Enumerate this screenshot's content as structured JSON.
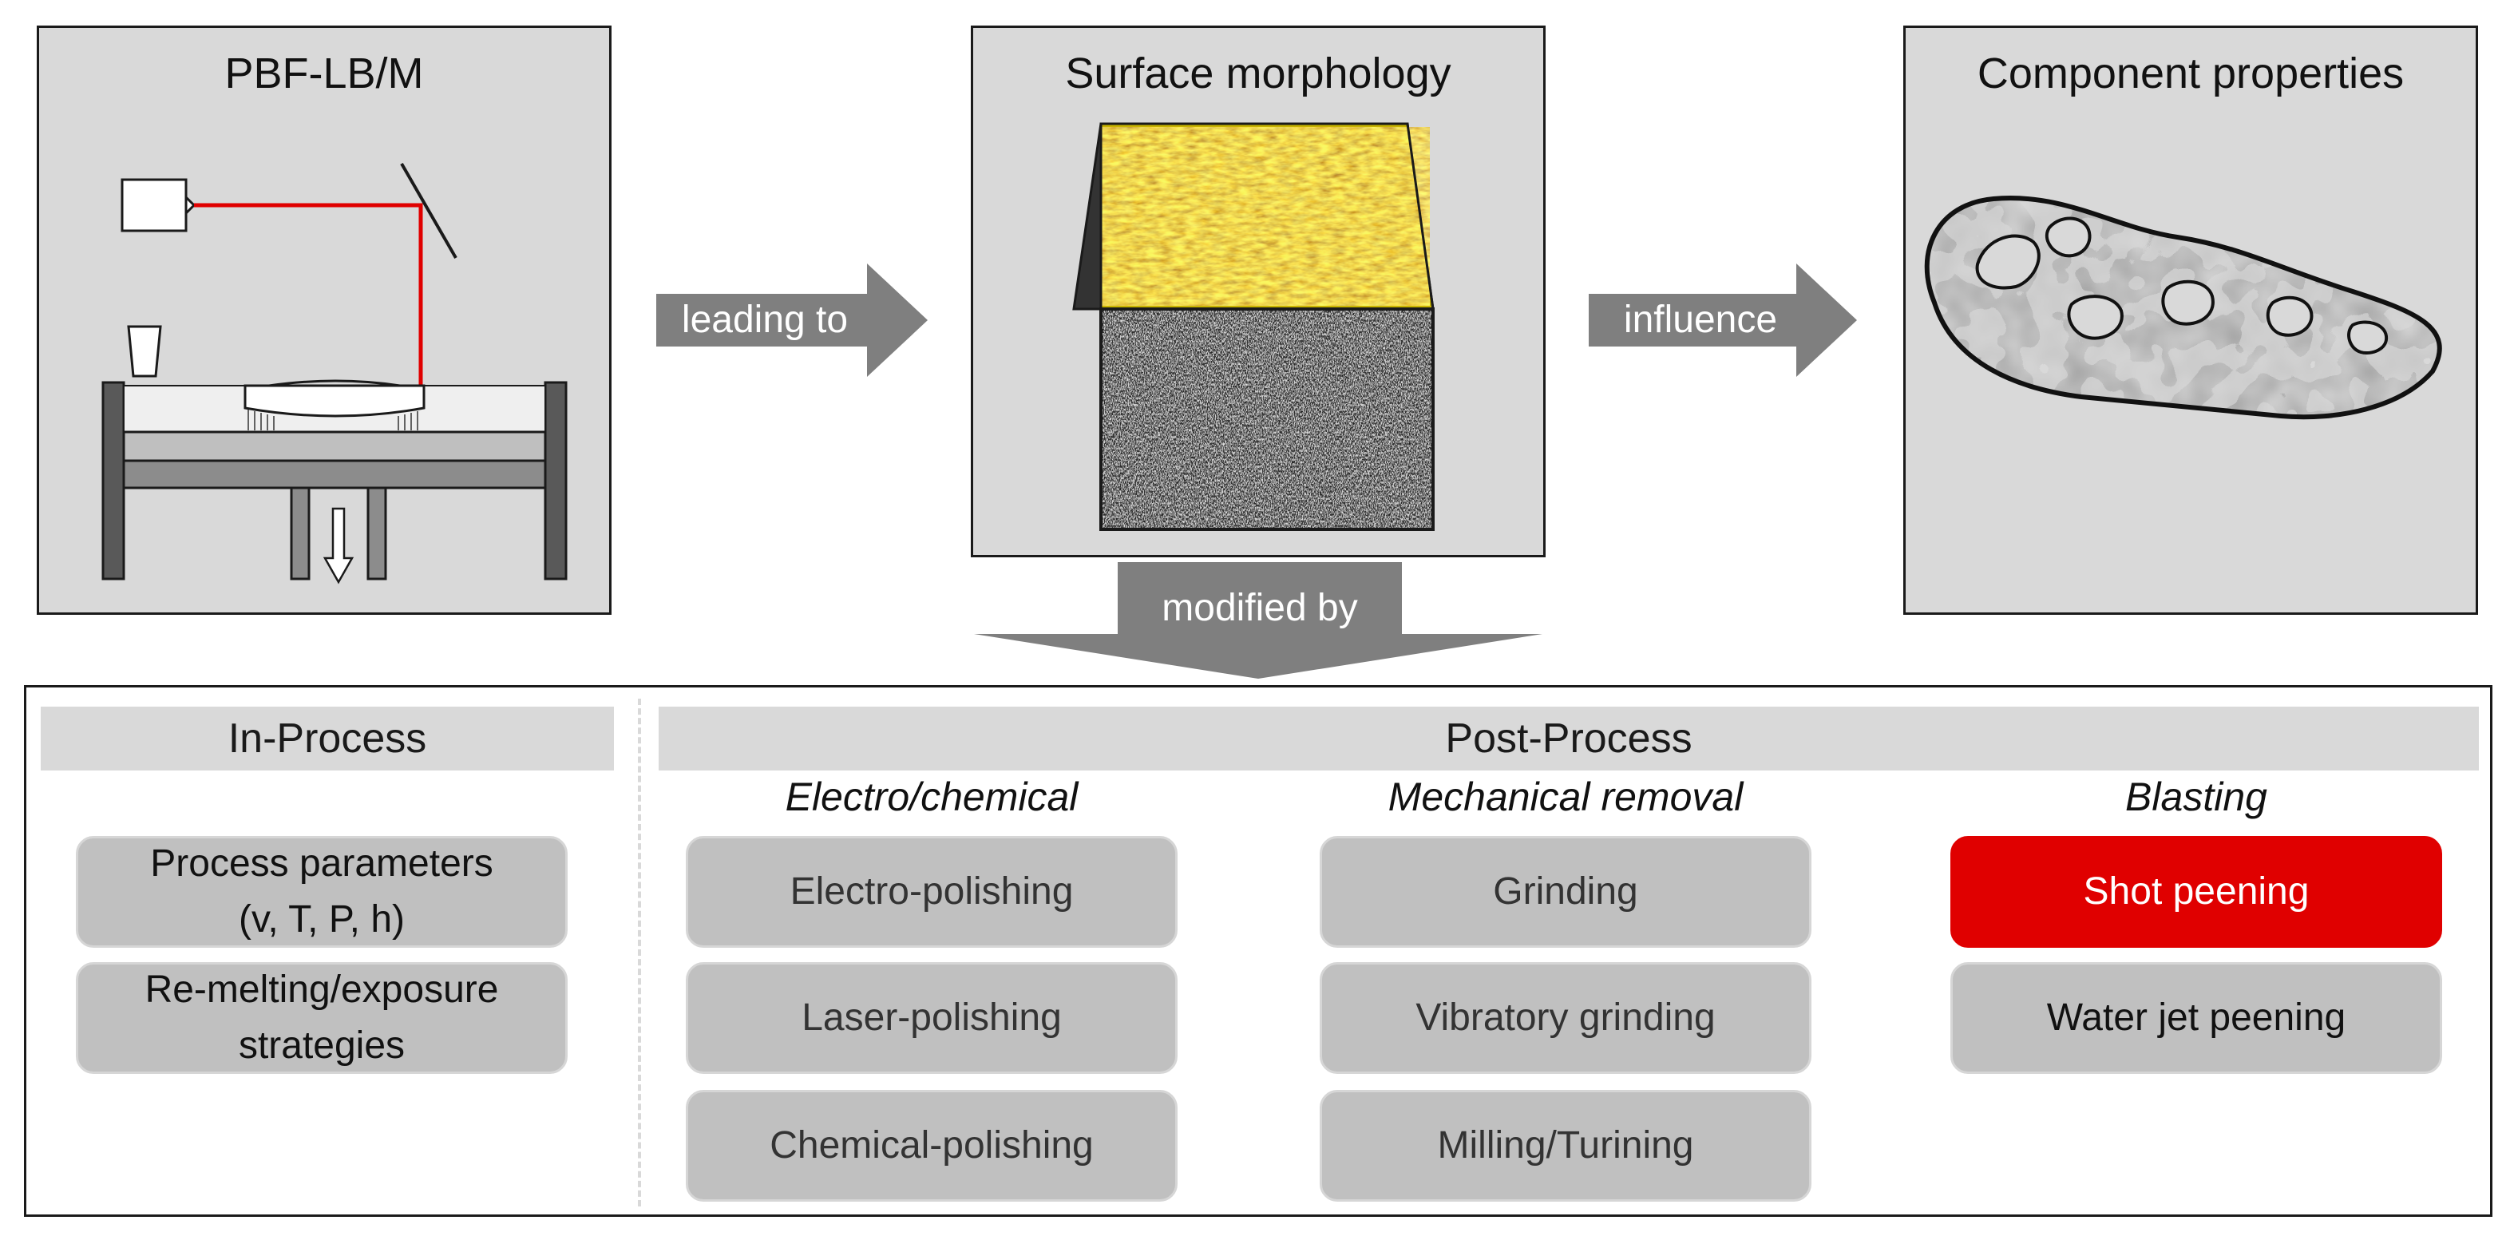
{
  "panels": {
    "process": {
      "title": "PBF-LB/M"
    },
    "surface": {
      "title": "Surface morphology"
    },
    "properties": {
      "title": "Component properties"
    }
  },
  "arrows": {
    "leading_to": "leading to",
    "influence": "influence",
    "modified_by": "modified by"
  },
  "colors": {
    "panel_gray": "#d9d9d9",
    "arrow_gray": "#7f7f7f",
    "method_gray": "#c0c0c0",
    "highlight_red": "#e00000",
    "laser_red": "#e00000"
  },
  "in_process": {
    "header": "In-Process",
    "methods": [
      {
        "label": "Process parameters\n(v, T, P, h)"
      },
      {
        "label": "Re-melting/exposure\nstrategies"
      }
    ]
  },
  "post_process": {
    "header": "Post-Process",
    "categories": [
      {
        "label": "Electro/chemical",
        "methods": [
          "Electro-polishing",
          "Laser-polishing",
          "Chemical-polishing"
        ]
      },
      {
        "label": "Mechanical removal",
        "methods": [
          "Grinding",
          "Vibratory grinding",
          "Milling/Turining"
        ]
      },
      {
        "label": "Blasting",
        "methods": [
          "Shot peening",
          "Water jet peening"
        ],
        "highlighted": "Shot peening"
      }
    ]
  }
}
